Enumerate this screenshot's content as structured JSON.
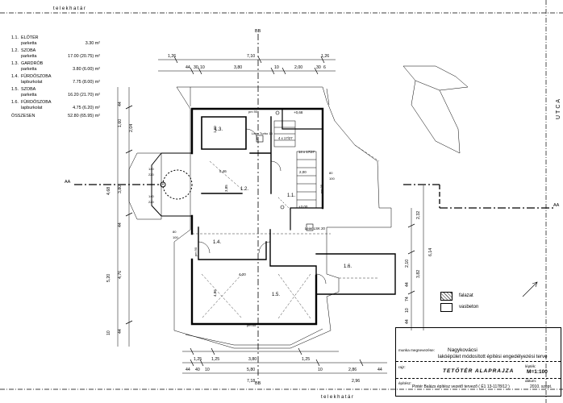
{
  "boundary": {
    "top_label": "telekhatár",
    "bottom_label": "telekhatár",
    "street_label": "UTCA"
  },
  "sections": {
    "bb_label": "BB",
    "aa_label": "AA"
  },
  "rooms": [
    {
      "no": "1.1.",
      "name": "ELŐTÉR",
      "floor": "parketta",
      "area": "3.30 m²"
    },
    {
      "no": "1.2.",
      "name": "SZOBA",
      "floor": "parketta",
      "area": "17.00 (20.75) m²"
    },
    {
      "no": "1.3.",
      "name": "GARDRÓB",
      "floor": "parketta",
      "area": "3.80 (6.00) m²"
    },
    {
      "no": "1.4.",
      "name": "FÜRDŐSZOBA",
      "floor": "lapburkolat",
      "area": "7.75 (8.00) m²"
    },
    {
      "no": "1.5.",
      "name": "SZOBA",
      "floor": "parketta",
      "area": "16.20 (21.70) m²"
    },
    {
      "no": "1.6.",
      "name": "FÜRDŐSZOBA",
      "floor": "lapburkolat",
      "area": "4.75 (6.20) m²"
    }
  ],
  "total": {
    "label": "ÖSSZESEN",
    "area": "52.80 (65.95) m²"
  },
  "plan_labels": {
    "r11": "1.1.",
    "r12": "1.2.",
    "r13": "1.3.",
    "r14": "1.4.",
    "r15": "1.5.",
    "r16": "1.6.",
    "level_top": "+0,68",
    "level_mid": "+3,00",
    "ladder": "Leier Turbo 14",
    "chimney": "Leier LSK 20",
    "stair1": "4 x 17/27",
    "stair2": "14 x 17/27",
    "w546": "5,46",
    "w420": "4,20",
    "w486": "4,86",
    "w385": "3,85",
    "w200": "2,00",
    "w160": "1,60",
    "pm90a": "pm 90",
    "pm90b": "pm 90",
    "pm95": "pm 95",
    "pm65": "pm 65",
    "m140": "140",
    "m220": "220",
    "m140b": "140",
    "m220b": "220",
    "m80": "80",
    "m100": "100",
    "m80b": "80",
    "m100b": "100"
  },
  "dims_top": {
    "row1": [
      "1,26",
      "7,10",
      "1,26"
    ],
    "row2": [
      "44",
      "30",
      "10",
      "3,80",
      "10",
      "2,00",
      "30",
      "6"
    ]
  },
  "dims_bottom": {
    "row1": [
      "1,25",
      "1,25",
      "3,80",
      "1,25"
    ],
    "row2": [
      "44",
      "40",
      "10",
      "5,80",
      "10",
      "2,86",
      "44"
    ],
    "row3": [
      "7,18",
      "2,96"
    ]
  },
  "dims_left": [
    "44",
    "2,04",
    "1,60",
    "4,68",
    "3,80",
    "44",
    "5,20",
    "4,76",
    "10",
    "44"
  ],
  "dims_right": [
    "2,32",
    "6,14",
    "2,10",
    "3,82",
    "44",
    "74",
    "10",
    "44"
  ],
  "legend": [
    {
      "label": "falazat"
    },
    {
      "label": "vasbeton"
    }
  ],
  "title_block": {
    "owner_label": "munka megnevezése:",
    "place": "Nagykovácsi",
    "project": "lakóépület módosított építési engedélyezési terve",
    "drawing_label": "rajz:",
    "drawing": "TETŐTÉR ALAPRAJZA",
    "scale_label": "lépték:",
    "scale": "M=1:100",
    "designer_label": "építész:",
    "designer": "Pintér Balázs  építész vezető tervező  ( É1 13-1178/12 )",
    "date_label": "dátum:",
    "date": "2010. szept."
  }
}
